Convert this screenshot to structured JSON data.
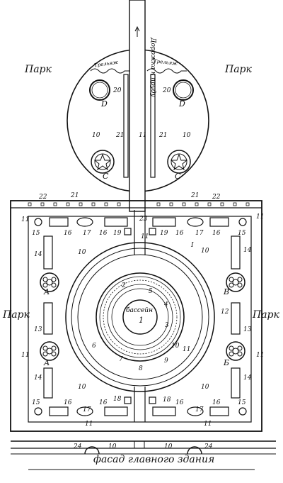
{
  "labels": {
    "park": "Парк",
    "pool": "бассейн",
    "path": "Дорожка к пруду",
    "trellis": "Трельяж",
    "facade": "фасад главного здания"
  },
  "letters": {
    "a": "А",
    "b": "Б",
    "v": "В",
    "c": "С",
    "d": "D"
  },
  "numbers": [
    "1",
    "2",
    "3",
    "4",
    "5",
    "6",
    "7",
    "8",
    "9",
    "10",
    "11",
    "12",
    "13",
    "14",
    "15",
    "16",
    "17",
    "18",
    "19",
    "20",
    "21",
    "22",
    "23",
    "24"
  ]
}
